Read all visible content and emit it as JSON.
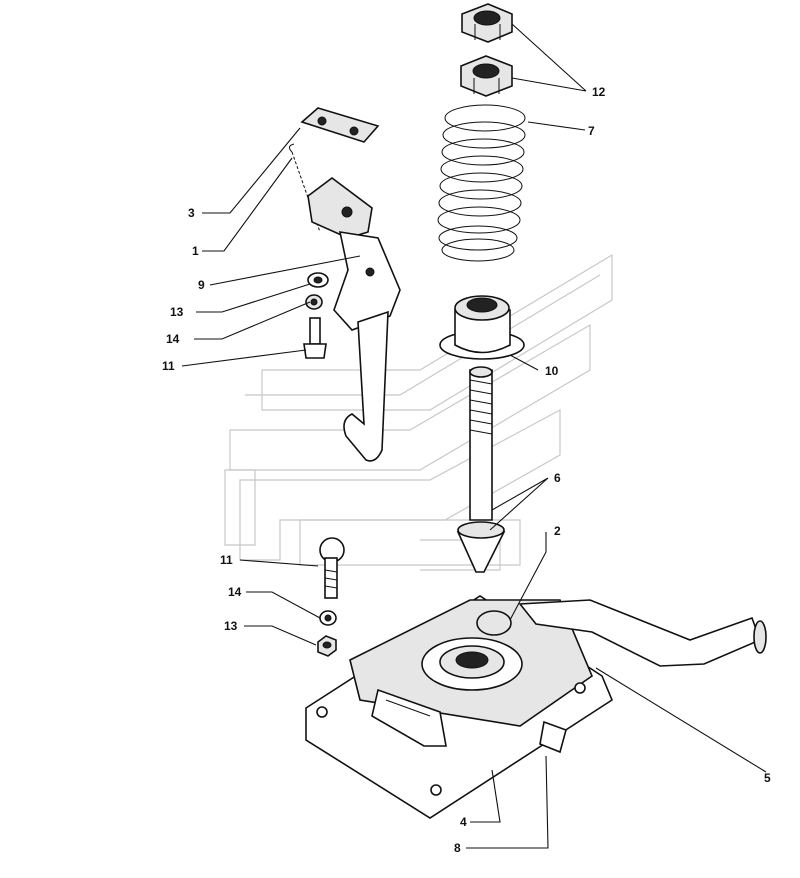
{
  "callouts": {
    "c1": "1",
    "c2": "2",
    "c3": "3",
    "c4": "4",
    "c5": "5",
    "c6": "6",
    "c7": "7",
    "c8": "8",
    "c9": "9",
    "c10": "10",
    "c11_upper": "11",
    "c11_lower": "11",
    "c12": "12",
    "c13_upper": "13",
    "c13_lower": "13",
    "c14_upper": "14",
    "c14_lower": "14"
  },
  "colors": {
    "ink": "#111111",
    "watermark": "#c8c8c8",
    "background": "#ffffff"
  }
}
